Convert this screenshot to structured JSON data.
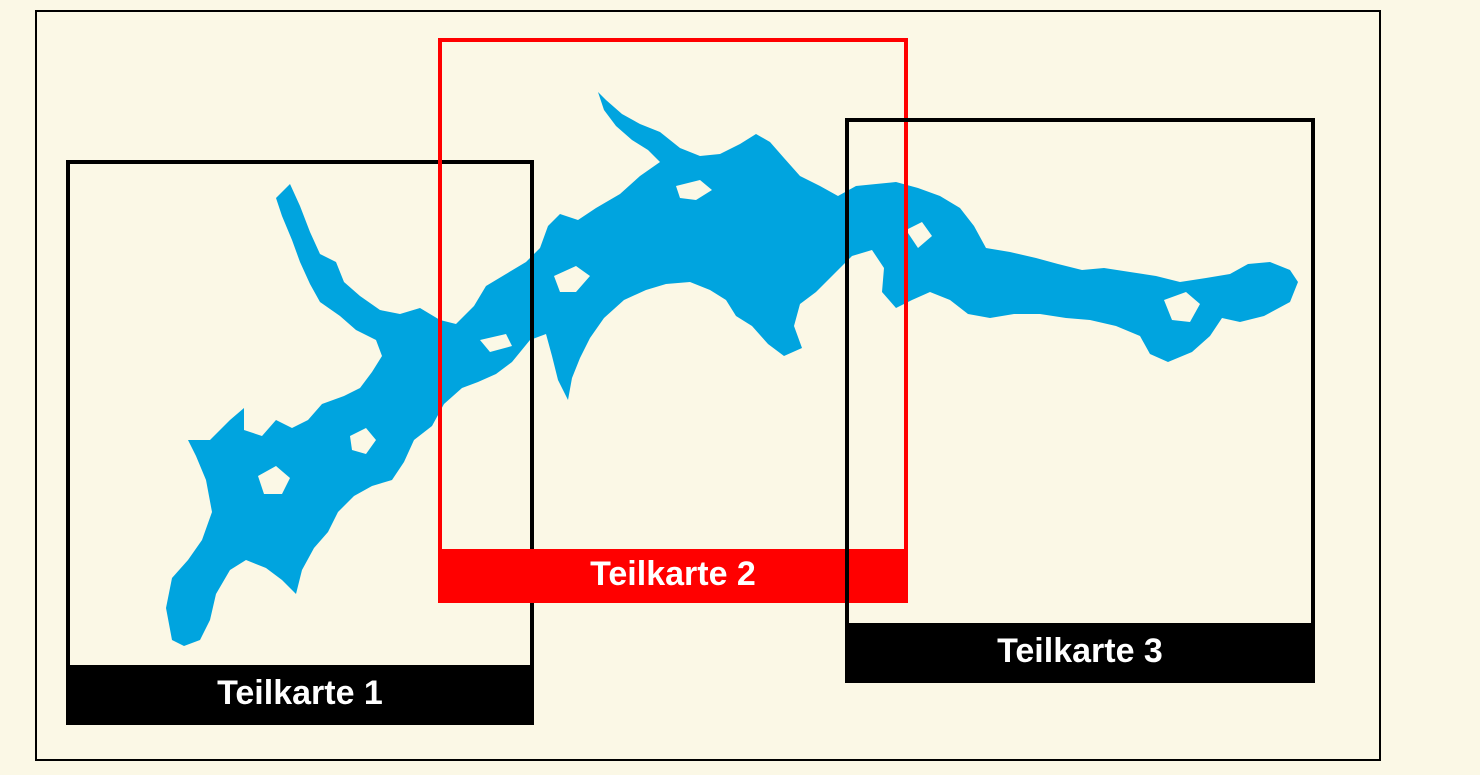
{
  "map": {
    "background_color": "#FBF8E6",
    "water_color": "#00A4DF",
    "tiles": [
      {
        "label": "Teilkarte 1",
        "color": "#000000"
      },
      {
        "label": "Teilkarte 2",
        "color": "#FF0000"
      },
      {
        "label": "Teilkarte 3",
        "color": "#000000"
      }
    ]
  }
}
